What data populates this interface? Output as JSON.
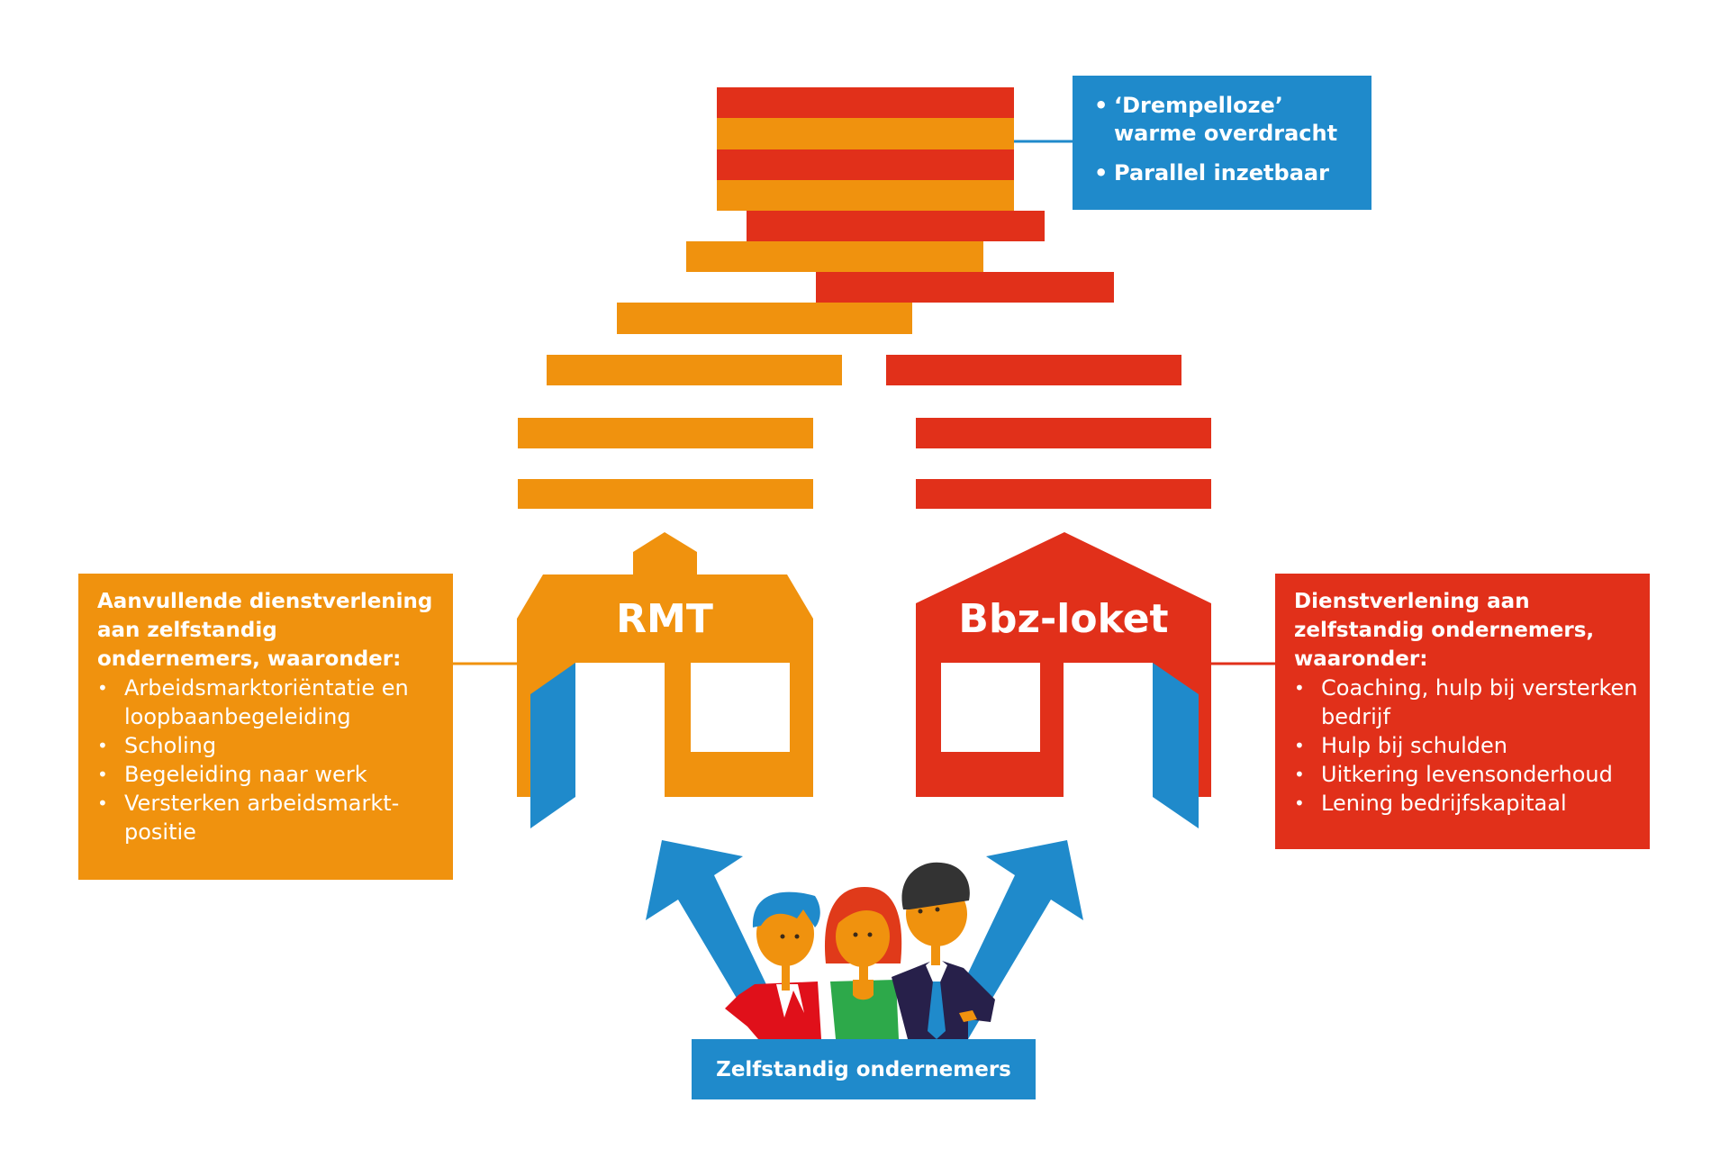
{
  "colors": {
    "orange": "#F0920E",
    "red": "#E1301A",
    "blue": "#1F8ACB",
    "navy": "#27204A",
    "green": "#2DA94A",
    "shirt_red": "#E0101A",
    "skin": "#F0920E",
    "hair_dark": "#333333"
  },
  "top_box": {
    "items": [
      "‘Drempelloze’ warme overdracht",
      "Parallel inzetbaar"
    ]
  },
  "houses": {
    "left": {
      "label": "RMT"
    },
    "right": {
      "label": "Bbz-loket"
    }
  },
  "left_box": {
    "title": "Aanvullende dienstverlening aan zelfstandig ondernemers, waaronder:",
    "items": [
      "Arbeidsmarktoriëntatie en loopbaanbegeleiding",
      "Scholing",
      "Begeleiding naar werk",
      "Versterken arbeidsmarkt-positie"
    ]
  },
  "right_box": {
    "title": "Dienstverlening aan zelfstandig ondernemers, waaronder:",
    "items": [
      "Coaching, hulp bij versterken bedrijf",
      "Hulp bij schulden",
      "Uitkering levensonderhoud",
      "Lening bedrijfskapitaal"
    ]
  },
  "bottom_label": "Zelfstandig ondernemers",
  "stripes": [
    {
      "color": "red"
    },
    {
      "color": "orange"
    },
    {
      "color": "red"
    },
    {
      "color": "orange"
    },
    {
      "color": "red"
    },
    {
      "color": "orange"
    },
    {
      "color": "red"
    },
    {
      "color": "orange"
    },
    {
      "color": "orange"
    },
    {
      "color": "red"
    },
    {
      "color": "orange"
    },
    {
      "color": "red"
    },
    {
      "color": "orange"
    },
    {
      "color": "red"
    }
  ]
}
